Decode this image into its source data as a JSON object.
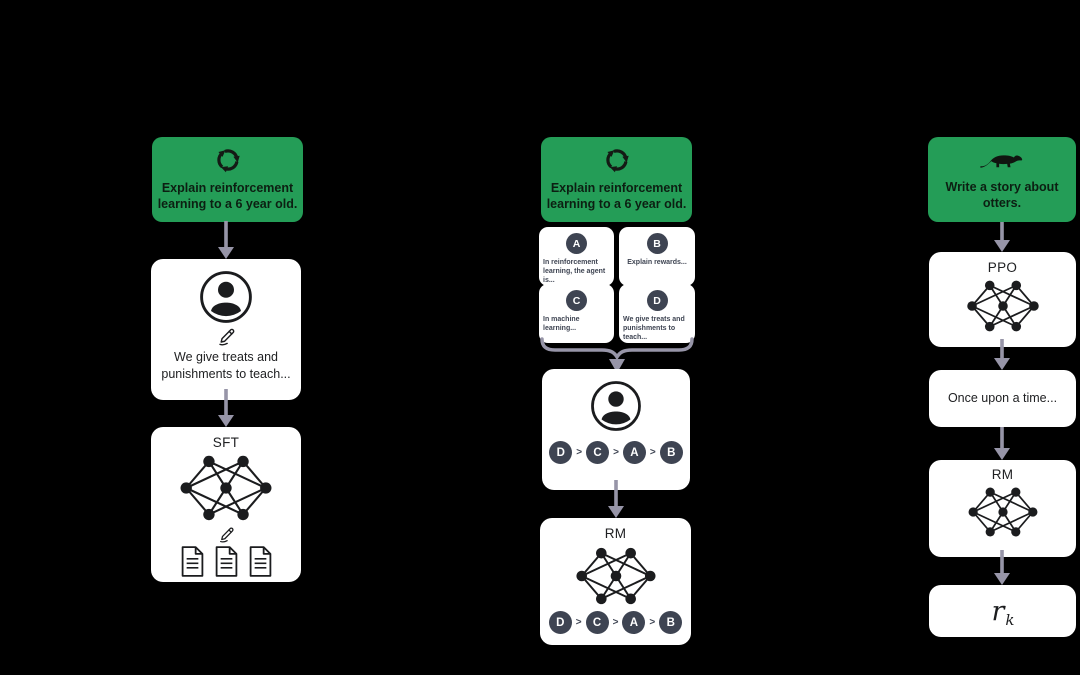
{
  "colors": {
    "background": "#000000",
    "prompt_green": "#249d57",
    "box_white": "#ffffff",
    "arrow_gray": "#9795a8",
    "slate": "#3e4452",
    "icon_black": "#1b1c1e"
  },
  "icons": [
    "cycle-icon",
    "person-icon",
    "pencil-icon",
    "network-icon",
    "document-icon",
    "otter-icon",
    "arrow-down-icon",
    "brace-icon"
  ],
  "step1": {
    "prompt": "Explain reinforcement learning to a 6 year old.",
    "labeler_text": "We give treats and punishments to teach...",
    "model_label": "SFT"
  },
  "step2": {
    "prompt": "Explain reinforcement learning to a 6 year old.",
    "cards": [
      {
        "letter": "A",
        "text": "In reinforcement learning, the agent is..."
      },
      {
        "letter": "B",
        "text": "Explain rewards..."
      },
      {
        "letter": "C",
        "text": "In machine learning..."
      },
      {
        "letter": "D",
        "text": "We give treats and punishments to teach..."
      }
    ],
    "ranking": {
      "order": [
        "D",
        "C",
        "A",
        "B"
      ],
      "separator": ">"
    },
    "model_label": "RM"
  },
  "step3": {
    "prompt": "Write a story about otters.",
    "policy_label": "PPO",
    "output_text": "Once upon a time...",
    "model_label": "RM",
    "reward": {
      "symbol": "r",
      "subscript": "k"
    }
  }
}
